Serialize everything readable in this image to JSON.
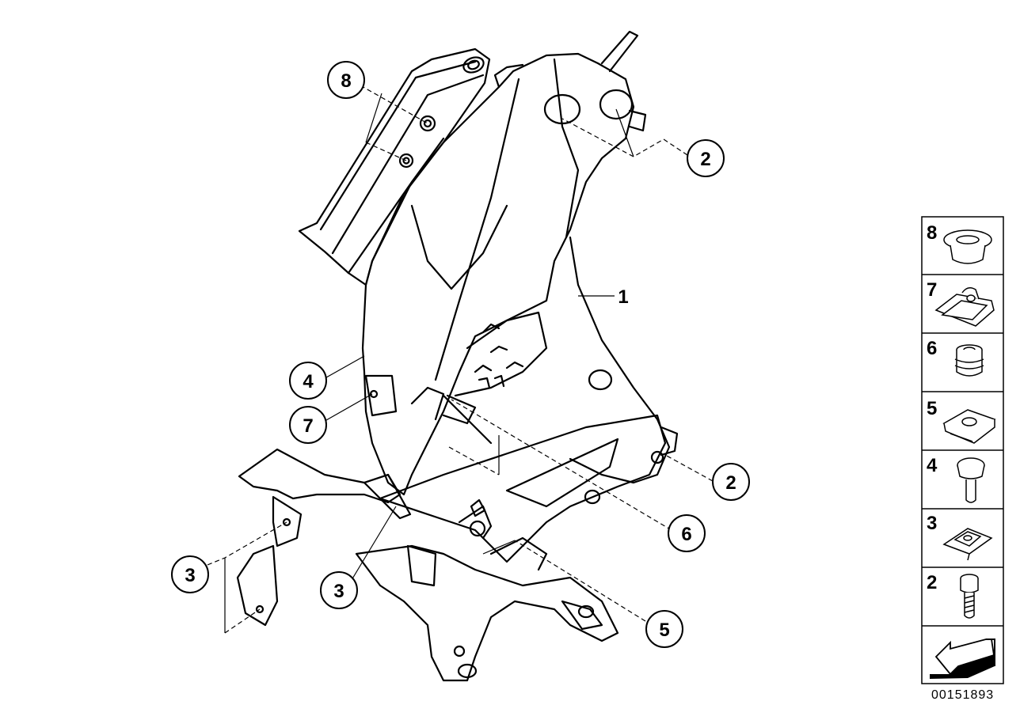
{
  "callouts": [
    {
      "id": "c8",
      "text": "8"
    },
    {
      "id": "c2a",
      "text": "2"
    },
    {
      "id": "c1",
      "text": "1"
    },
    {
      "id": "c4",
      "text": "4"
    },
    {
      "id": "c7",
      "text": "7"
    },
    {
      "id": "c2b",
      "text": "2"
    },
    {
      "id": "c6",
      "text": "6"
    },
    {
      "id": "c3a",
      "text": "3"
    },
    {
      "id": "c3b",
      "text": "3"
    },
    {
      "id": "c5",
      "text": "5"
    }
  ],
  "legend": [
    {
      "num": "8",
      "part": "grommet-icon"
    },
    {
      "num": "7",
      "part": "clip-nut-icon"
    },
    {
      "num": "6",
      "part": "rubber-bushing-icon"
    },
    {
      "num": "5",
      "part": "cage-nut-icon"
    },
    {
      "num": "4",
      "part": "expanding-rivet-icon"
    },
    {
      "num": "3",
      "part": "spring-nut-icon"
    },
    {
      "num": "2",
      "part": "hex-socket-screw-icon"
    }
  ],
  "diagram_number": "00151893"
}
